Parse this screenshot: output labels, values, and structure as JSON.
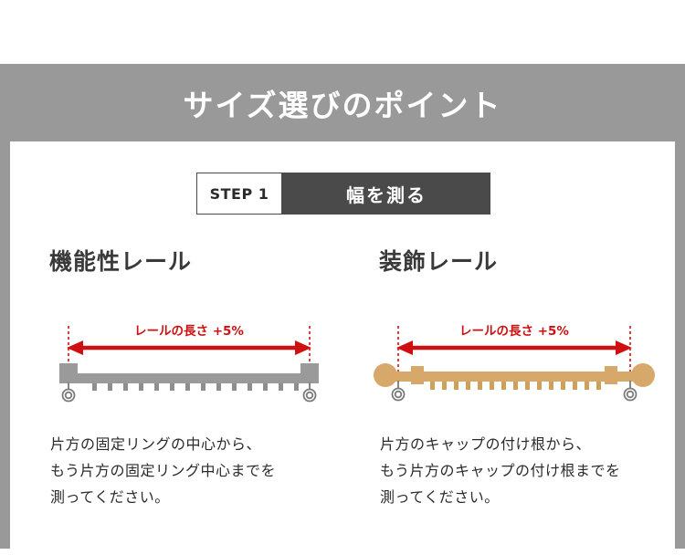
{
  "header": {
    "title": "サイズ選びのポイント",
    "background_color": "#999999",
    "text_color": "#ffffff"
  },
  "step": {
    "number_label": "STEP 1",
    "title": "幅を測る",
    "number_bg": "#ffffff",
    "title_bg": "#4a4a4a"
  },
  "columns": [
    {
      "id": "functional-rail",
      "title": "機能性レール",
      "measure_label": "レールの長さ +5%",
      "measure_color": "#d01010",
      "rail_color": "#9a9a9a",
      "rail_hook_count": 14,
      "caption_lines": [
        "片方の固定リングの中心から、",
        "もう片方の固定リング中心までを",
        "測ってください。"
      ]
    },
    {
      "id": "decorative-rail",
      "title": "装飾レール",
      "measure_label": "レールの長さ +5%",
      "measure_color": "#d01010",
      "rail_color": "#d6a96a",
      "rail_hook_count": 16,
      "caption_lines": [
        "片方のキャップの付け根から、",
        "もう片方のキャップの付け根までを",
        "測ってください。"
      ]
    }
  ]
}
